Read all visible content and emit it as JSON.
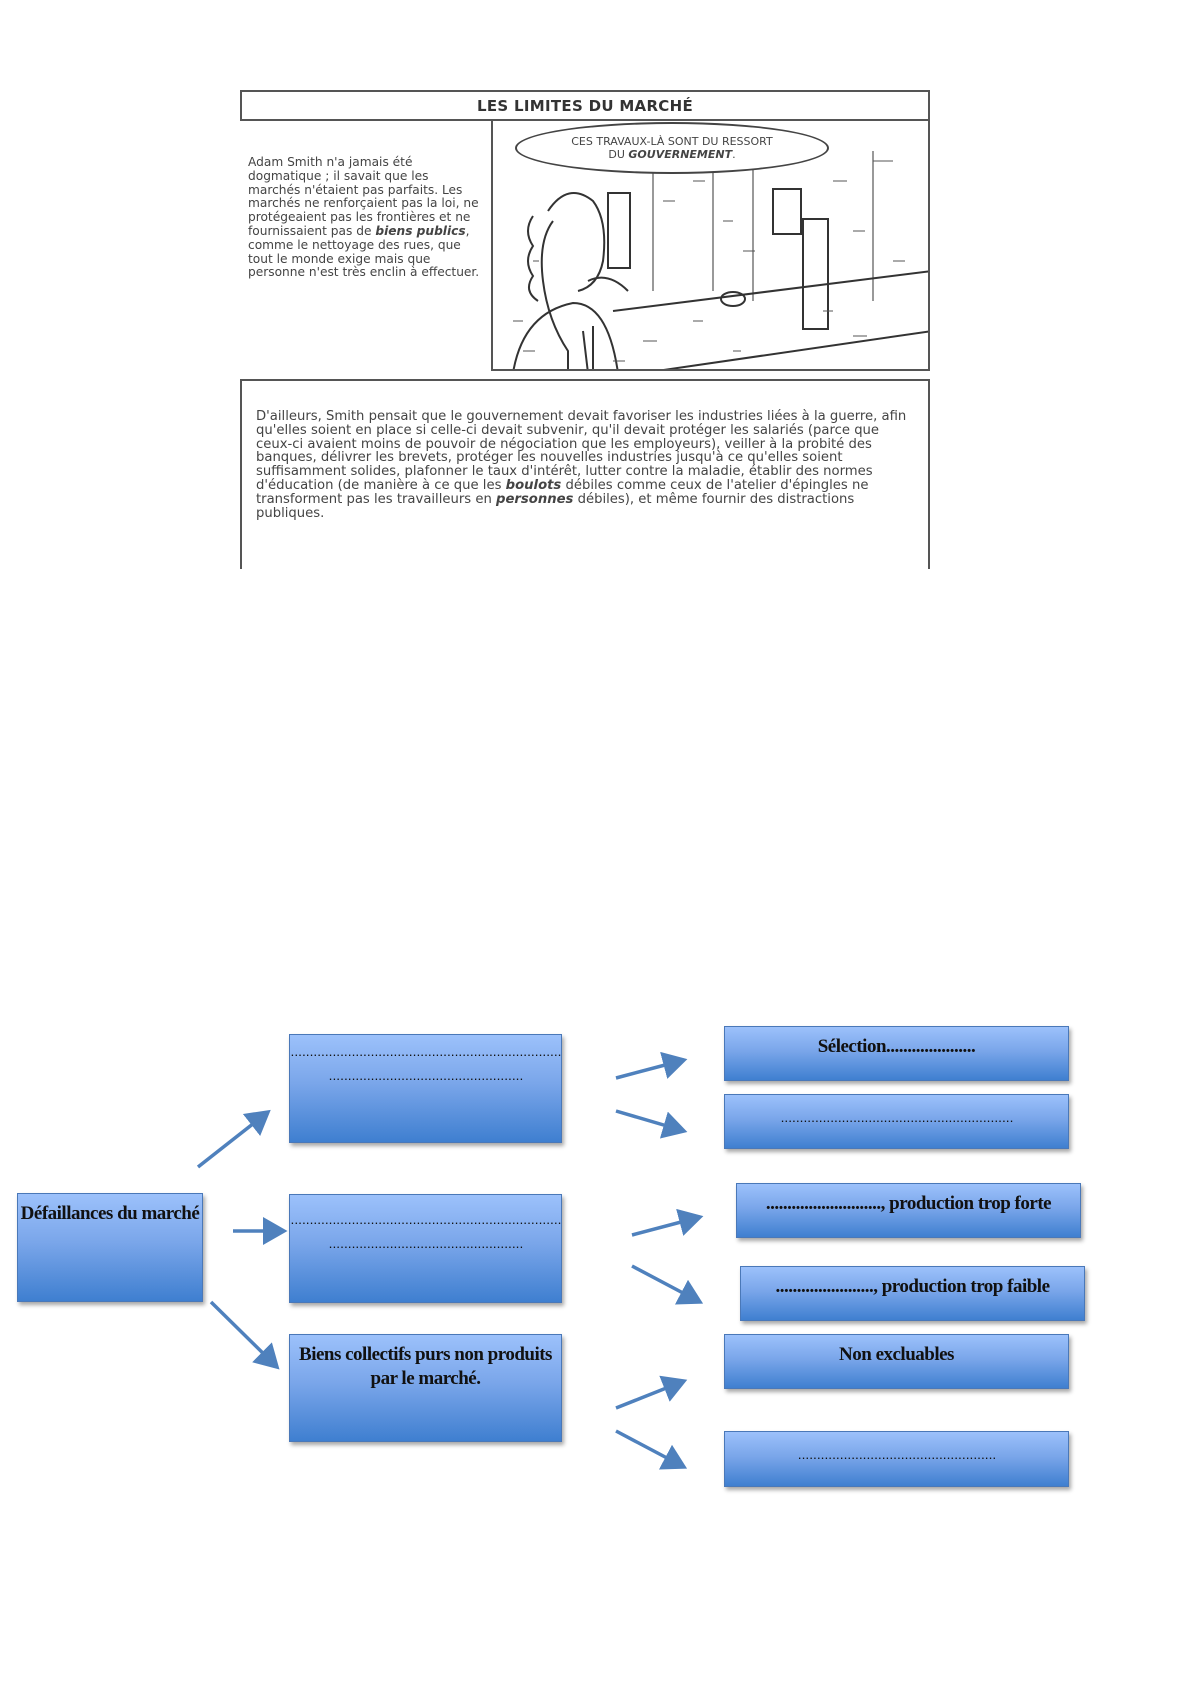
{
  "comic": {
    "title": "LES LIMITES DU MARCHÉ",
    "left_text_before": "Adam Smith n'a jamais été dogmatique ; il savait que les marchés n'étaient pas parfaits. Les marchés ne renforçaient pas la loi, ne protégeaient pas les frontières et ne fournissaient pas de ",
    "left_text_emph": "biens publics",
    "left_text_after": ", comme le nettoyage des rues, que tout le monde exige mais que personne n'est très enclin à effectuer.",
    "bubble_line1": "CES TRAVAUX-LÀ SONT DU RESSORT",
    "bubble_line2_prefix": "DU ",
    "bubble_line2_emph": "GOUVERNEMENT",
    "bubble_line2_suffix": ".",
    "bottom_text_1": "D'ailleurs, Smith pensait que le gouvernement devait favoriser les industries liées à la guerre, afin qu'elles soient en place si celle-ci devait subvenir, qu'il devait protéger les salariés (parce que ceux-ci avaient moins de pouvoir de négociation que les employeurs), veiller à la probité des banques, délivrer les brevets, protéger les nouvelles industries jusqu'à ce qu'elles soient suffisamment solides, plafonner le taux d'intérêt, lutter contre la maladie, établir des normes d'éducation (de manière à ce que les ",
    "bottom_emph_1": "boulots",
    "bottom_text_2": " débiles comme ceux de l'atelier d'épingles ne transforment pas les travailleurs en ",
    "bottom_emph_2": "personnes",
    "bottom_text_3": " débiles), et même fournir des distractions publiques."
  },
  "diagram": {
    "root": "Défaillances du marché",
    "branch1": {
      "line1": "........................................................................................",
      "line2": "..................................................."
    },
    "branch2": {
      "line1": "........................................................................................",
      "line2": "..................................................."
    },
    "branch3": "Biens collectifs purs non produits par le marché.",
    "leaf1": "Sélection.....................",
    "leaf2": ".............................................................",
    "leaf3": "..........................., production trop forte",
    "leaf4": "......................., production trop faible",
    "leaf5": "Non excluables",
    "leaf6": "....................................................",
    "arrow_color": "#4f81bd"
  }
}
